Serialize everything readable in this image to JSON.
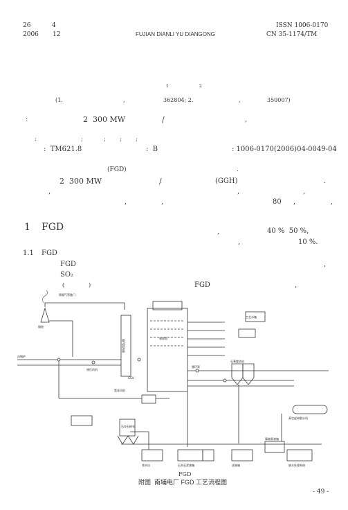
{
  "header": {
    "volume": "26",
    "issue": "4",
    "year": "2006",
    "month": "12",
    "journal": "FUJIAN DIANLI YU DIANGONG",
    "issn": "ISSN 1006-0170",
    "cn": "CN 35-1174/TM"
  },
  "authors": {
    "sup1": "1",
    "sup2": "2"
  },
  "affiliation": {
    "prefix": "(1.",
    "comma1": ",",
    "postcode1": "362804; 2.",
    "comma2": ",",
    "postcode2": "350007)"
  },
  "abstract": {
    "colon": ":",
    "capacity": "2  300 MW",
    "slash": "/",
    "comma": ","
  },
  "keywords": {
    "colon": ":",
    "separators": ";            ;        ;        ;"
  },
  "classification": {
    "clc": ":  TM621.8",
    "doc_code": ":  B",
    "article_id": ": 1006-0170(2006)04-0049-04"
  },
  "intro": {
    "fgd": "(FGD)",
    "period": ".",
    "capacity": "2  300 MW",
    "slash": "/",
    "ggh": "(GGH)",
    "dot": ".",
    "comma_a": ",",
    "comma_b": ",",
    "comma_c": ",",
    "comma_d": ",",
    "comma_e": ",",
    "eighty": "80",
    "comma_f": ",",
    "comma_g": ","
  },
  "section1": {
    "number": "1",
    "title": "FGD",
    "comma": ",",
    "percent": "40 %  50 %,",
    "comma2": ",",
    "ten": "10 %."
  },
  "section1_1": {
    "number": "1.1",
    "title": "FGD",
    "fgd": "FGD",
    "comma": ",",
    "so2": "SO₂",
    "paren_open": "(",
    "paren_close": ")",
    "fgd2": "FGD",
    "comma2": ","
  },
  "figure": {
    "under_label": "FGD",
    "caption": "附图  南埔电厂 FGD 工艺流程图",
    "labels": {
      "chimney": "烟囱",
      "bypass": "原烟气旁路门",
      "flue_duct": "烟气换热器",
      "absorber": "吸收塔",
      "ggh": "GGH",
      "boiler": "自锅炉",
      "fan": "增压风机",
      "gypsum": "石膏旋流站",
      "belt": "真空皮带脱水机",
      "limestone": "石灰石粉仓",
      "slurry_tank": "石灰石浆液箱",
      "wastewater": "废水处理系统",
      "process_water": "工艺水箱",
      "oxidation_air": "氧化风机",
      "filtrate": "滤液箱",
      "recycle": "循环泵",
      "pit": "排水坑",
      "ash": "事故浆液箱"
    }
  },
  "page_number": "- 49 -"
}
